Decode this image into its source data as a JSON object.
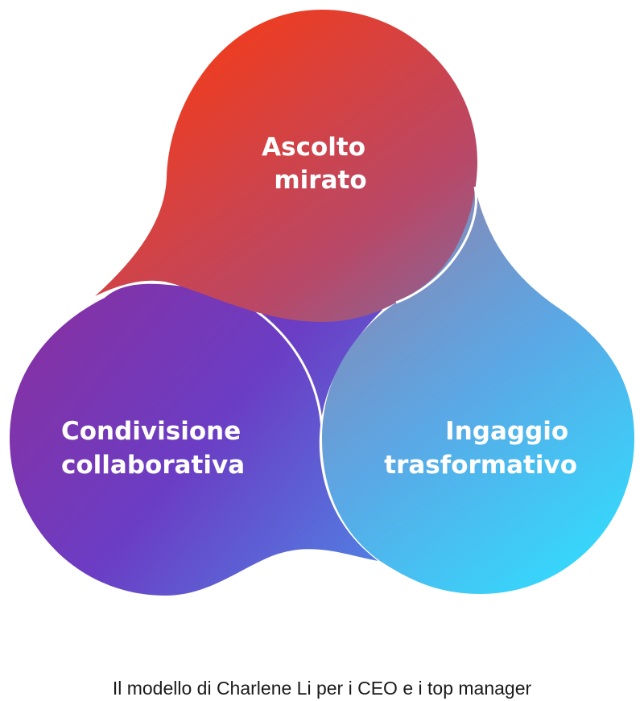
{
  "diagram": {
    "lobes": [
      {
        "id": "top",
        "lines": [
          "Ascolto",
          "mirato"
        ]
      },
      {
        "id": "left",
        "lines": [
          "Condivisione",
          "collaborativa"
        ]
      },
      {
        "id": "right",
        "lines": [
          "Ingaggio",
          "trasformativo"
        ]
      }
    ],
    "colors": {
      "gradient_start": "#f03c1e",
      "gradient_mid": "#8a3ab0",
      "gradient_end": "#2fe0ff",
      "separator": "#ffffff",
      "label": "#ffffff"
    }
  },
  "caption": "Il modello di Charlene Li per i CEO e i top manager"
}
